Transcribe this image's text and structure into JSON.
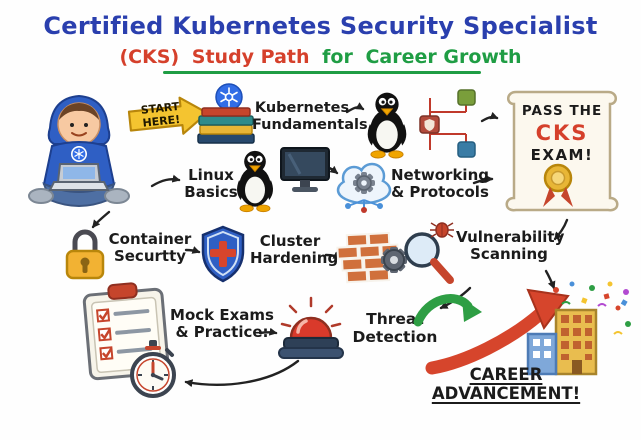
{
  "title": "Certified Kubernetes Security Specialist",
  "subtitle": {
    "cks": "(CKS)",
    "study_path": "Study Path",
    "for_word": "for",
    "career_growth": "Career Growth"
  },
  "steps": {
    "start": "START\nHERE!",
    "fundamentals": "Kubernetes\nFundamentals",
    "linux": "Linux\nBasics",
    "networking": "Networking\n& Protocols",
    "container": "Container\nSecurtty",
    "hardening": "Cluster\nHardening",
    "vulnerability": "Vulnerability\nScanning",
    "mock": "Mock Exams\n& Practice:",
    "threat": "Threat\nDetection",
    "career": "CAREER\nADVANCEMENT!"
  },
  "exam": {
    "line1": "PASS THE",
    "line2": "CKS",
    "line3": "EXAM!"
  },
  "icons": {
    "student": "student-with-laptop-icon",
    "start_banner": "start-arrow-banner-icon",
    "kubernetes_logo": "kubernetes-wheel-icon",
    "books": "books-stack-icon",
    "penguin_top": "tux-penguin-icon",
    "network": "network-topology-icon",
    "scroll": "exam-scroll-icon",
    "medal": "gold-medal-icon",
    "penguin_linux": "tux-penguin-icon",
    "monitor": "monitor-icon",
    "cloud_gear": "cloud-gear-icon",
    "padlock": "padlock-icon",
    "shield": "shield-cross-icon",
    "firewall": "brick-firewall-gear-icon",
    "magnifier_bug": "magnifier-bug-icon",
    "clipboard": "checklist-clipboard-icon",
    "stopwatch": "stopwatch-icon",
    "siren": "alarm-siren-icon",
    "green_arrow": "growth-arrow-green-icon",
    "red_arrow": "growth-arrow-red-icon",
    "building": "office-building-icon",
    "confetti": "confetti-icon"
  },
  "colors": {
    "title_blue": "#2a3fae",
    "accent_red": "#d5402b",
    "accent_green": "#1f9d44",
    "banner_yellow": "#f4c430",
    "medal_gold": "#e8b636",
    "shield_blue": "#2f5fc4",
    "text_dark": "#1b1b1b"
  }
}
